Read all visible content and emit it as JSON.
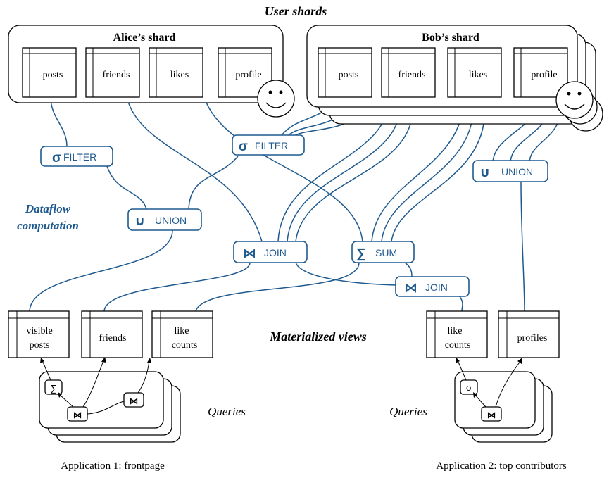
{
  "title": "User shards",
  "section_labels": {
    "dataflow_line1": "Dataflow",
    "dataflow_line2": "computation",
    "materialized": "Materialized views",
    "queries_left": "Queries",
    "queries_right": "Queries"
  },
  "shards": {
    "alice": {
      "title": "Alice’s shard",
      "tables": [
        "posts",
        "friends",
        "likes",
        "profile"
      ]
    },
    "bob": {
      "title": "Bob’s shard",
      "tables": [
        "posts",
        "friends",
        "likes",
        "profile"
      ]
    }
  },
  "operators": {
    "filter_left": {
      "symbol": "σ",
      "label": "FILTER"
    },
    "filter_right": {
      "symbol": "σ",
      "label": "FILTER"
    },
    "union_left": {
      "symbol": "∪",
      "label": "UNION"
    },
    "union_right": {
      "symbol": "∪",
      "label": "UNION"
    },
    "join_left": {
      "symbol": "⋈",
      "label": "JOIN"
    },
    "sum": {
      "symbol": "∑",
      "label": "SUM"
    },
    "join_right": {
      "symbol": "⋈",
      "label": "JOIN"
    }
  },
  "views": {
    "visible_posts": {
      "line1": "visible",
      "line2": "posts"
    },
    "friends": {
      "line1": "friends"
    },
    "like_counts_left": {
      "line1": "like",
      "line2": "counts"
    },
    "like_counts_right": {
      "line1": "like",
      "line2": "counts"
    },
    "profiles": {
      "line1": "profiles"
    }
  },
  "query_symbols": {
    "left_sum": "∑",
    "left_join_a": "⋈",
    "left_join_b": "⋈",
    "right_sigma": "σ",
    "right_join": "⋈"
  },
  "applications": {
    "app1": "Application 1: frontpage",
    "app2": "Application 2: top contributors"
  },
  "colors": {
    "accent": "#1f5a8f",
    "ink": "#000000"
  }
}
